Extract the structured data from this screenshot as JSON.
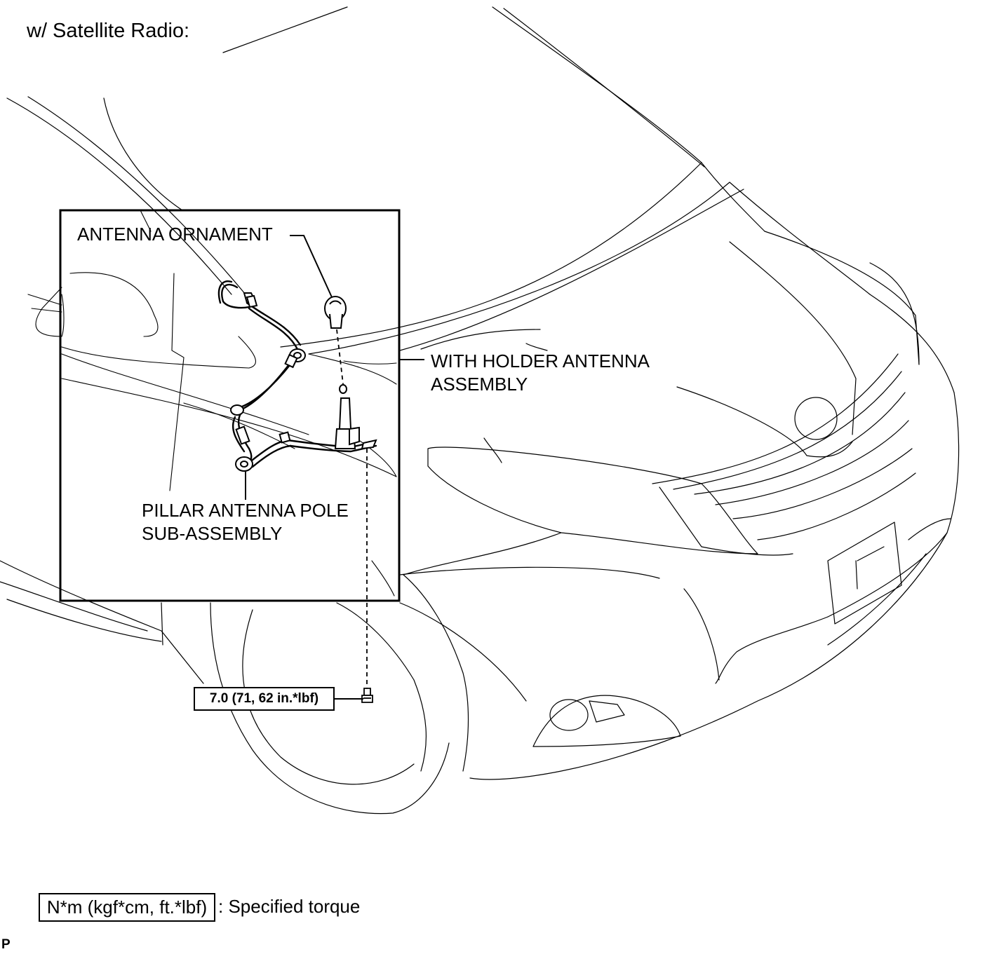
{
  "caption": "w/ Satellite Radio:",
  "labels": {
    "antenna_ornament": "ANTENNA ORNAMENT",
    "holder_antenna_line1": "WITH HOLDER ANTENNA",
    "holder_antenna_line2": "ASSEMBLY",
    "pillar_antenna_line1": "PILLAR ANTENNA POLE",
    "pillar_antenna_line2": "SUB-ASSEMBLY"
  },
  "torque_value": "7.0 (71, 62 in.*lbf)",
  "legend": {
    "units": "N*m (kgf*cm, ft.*lbf)",
    "description": ": Specified torque"
  },
  "corner_mark": "P"
}
